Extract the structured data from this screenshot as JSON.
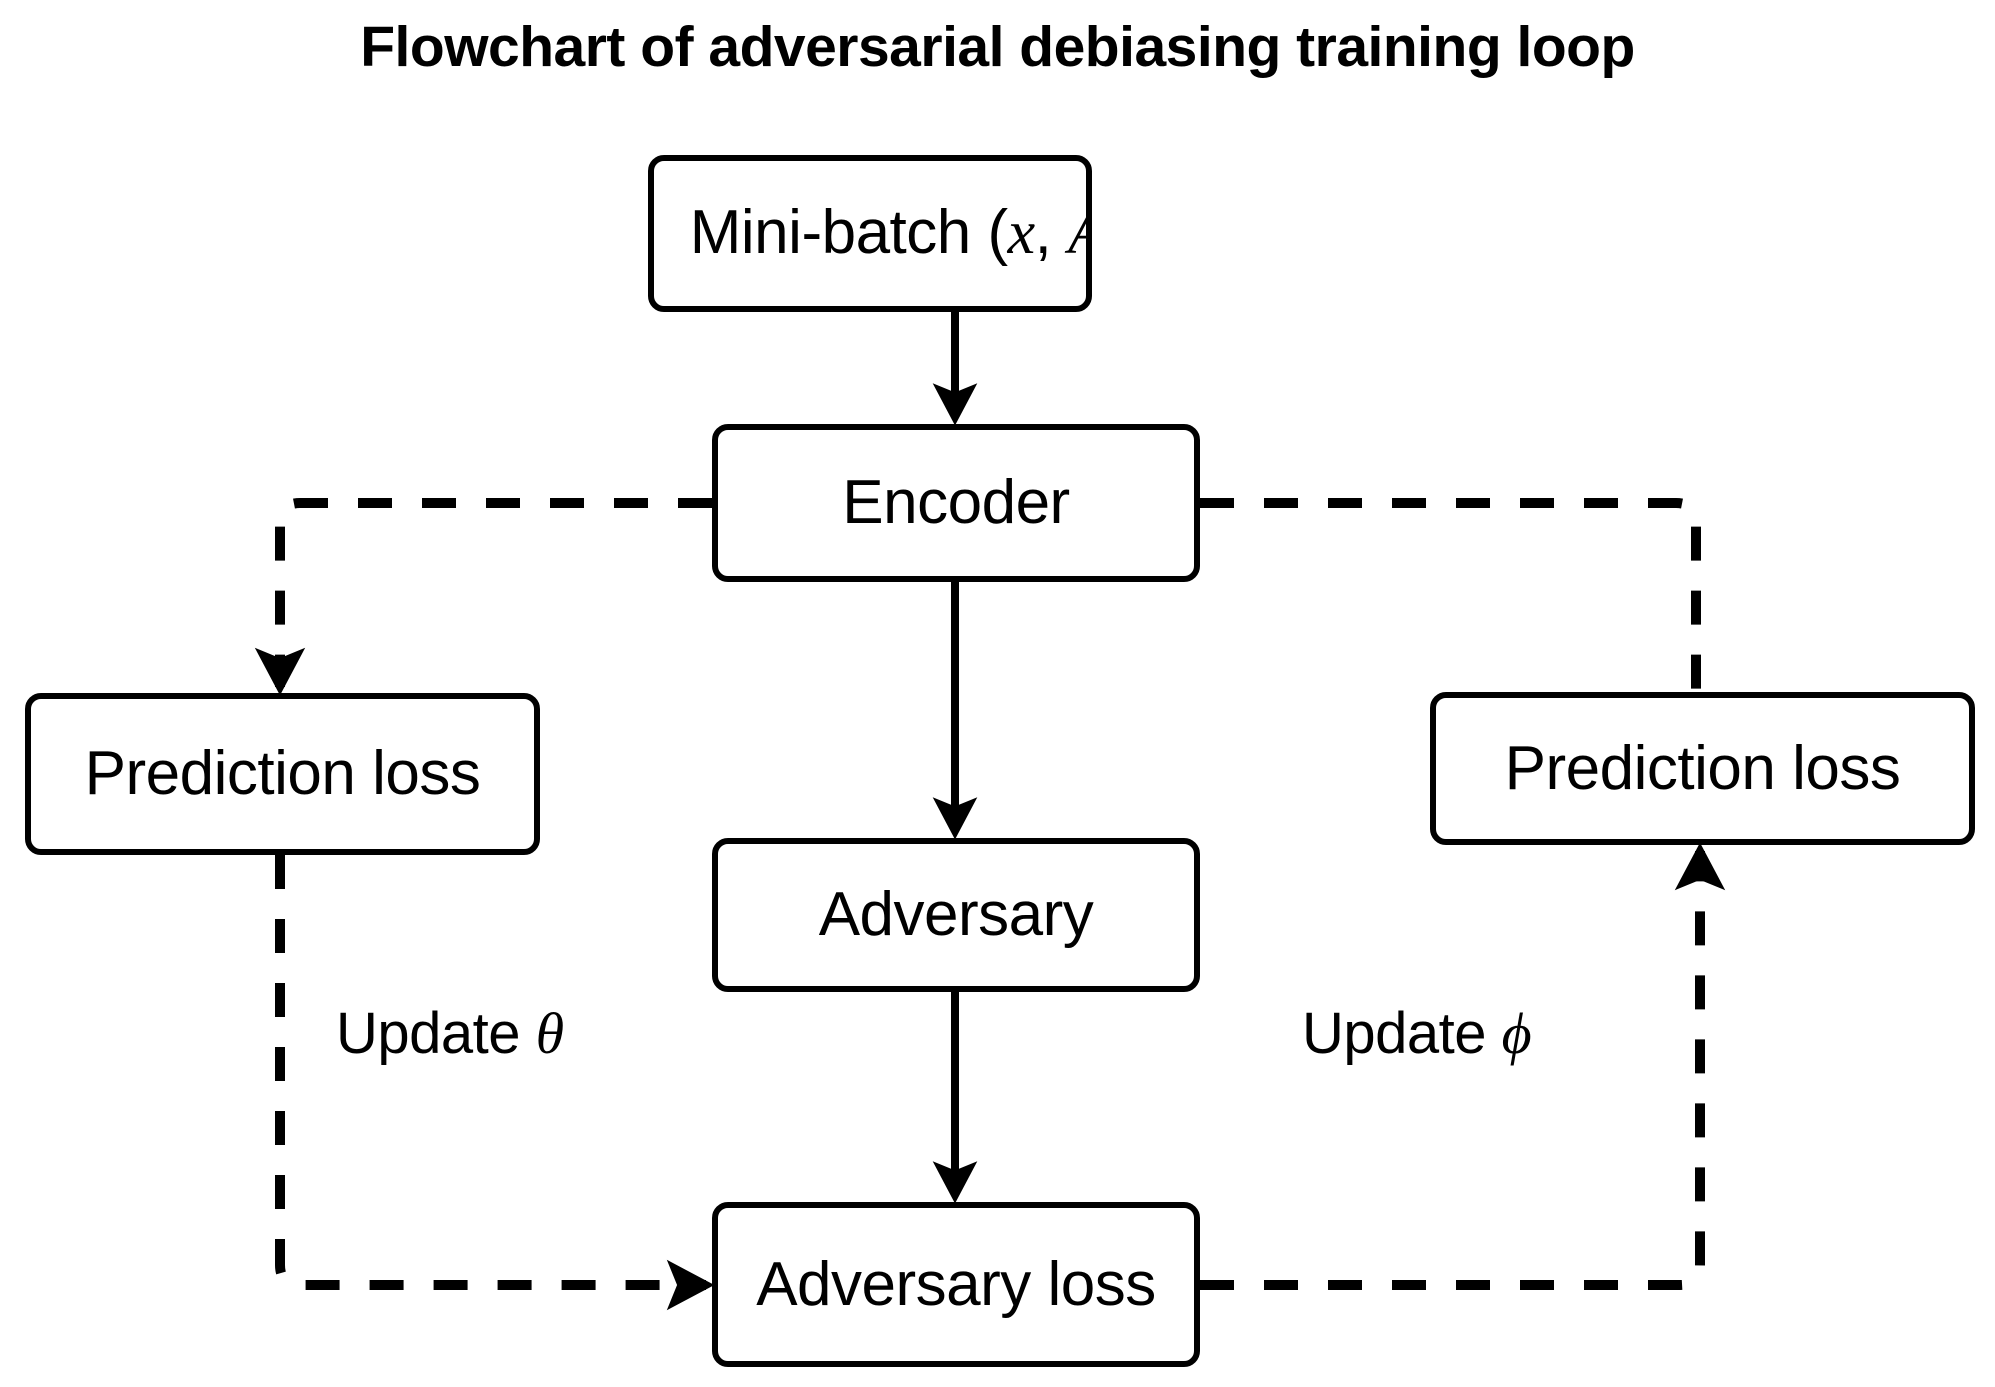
{
  "title": "Flowchart of adversarial debiasing training loop",
  "colors": {
    "stroke": "#000000",
    "fill": "#ffffff",
    "background": "#ffffff"
  },
  "nodes": [
    {
      "id": "minibatch",
      "label": "Mini-batch (x, A,",
      "clipped": true
    },
    {
      "id": "encoder",
      "label": "Encoder",
      "clipped": false
    },
    {
      "id": "pred_loss_left",
      "label": "Prediction loss",
      "clipped": false
    },
    {
      "id": "pred_loss_right",
      "label": "Prediction loss",
      "clipped": false
    },
    {
      "id": "adversary",
      "label": "Adversary",
      "clipped": false
    },
    {
      "id": "adversary_loss",
      "label": "Adversary loss",
      "clipped": false
    }
  ],
  "edge_labels": {
    "update_theta": "Update θ",
    "update_phi": "Update ϕ"
  },
  "edges": [
    {
      "from": "minibatch",
      "to": "encoder",
      "style": "solid",
      "arrow": true
    },
    {
      "from": "encoder",
      "to": "adversary",
      "style": "solid",
      "arrow": true
    },
    {
      "from": "adversary",
      "to": "adversary_loss",
      "style": "solid",
      "arrow": true
    },
    {
      "from": "encoder",
      "to": "pred_loss_left",
      "style": "dashed",
      "arrow": true,
      "label": "Update θ"
    },
    {
      "from": "pred_loss_left",
      "to": "adversary_loss",
      "style": "dashed",
      "arrow": true,
      "label": "Update θ"
    },
    {
      "from": "encoder",
      "to": "pred_loss_right",
      "style": "dashed",
      "arrow": false,
      "label": "Update ϕ"
    },
    {
      "from": "adversary_loss",
      "to": "pred_loss_right",
      "style": "dashed",
      "arrow": true,
      "label": "Update ϕ"
    }
  ]
}
